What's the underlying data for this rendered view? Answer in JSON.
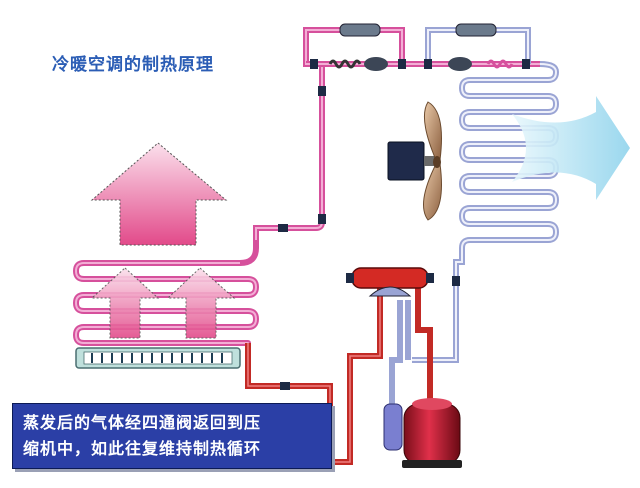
{
  "title": "冷暖空调的制热原理",
  "caption": {
    "line1": "蒸发后的气体经四通阀返回到压",
    "line2": "缩机中，如此往复维持制热循环"
  },
  "colors": {
    "hot_pipe": "#d6509c",
    "hot_pipe_light": "#f3aed5",
    "cold_pipe": "#9aa4d4",
    "cold_pipe_light": "#dfe3f5",
    "red_pipe": "#c22a25",
    "warm_arrow": "#f2a8c6",
    "cool_arrow": "#aee0f0",
    "caption_bg": "#2b3fa6",
    "title_text": "#2b5db5"
  }
}
